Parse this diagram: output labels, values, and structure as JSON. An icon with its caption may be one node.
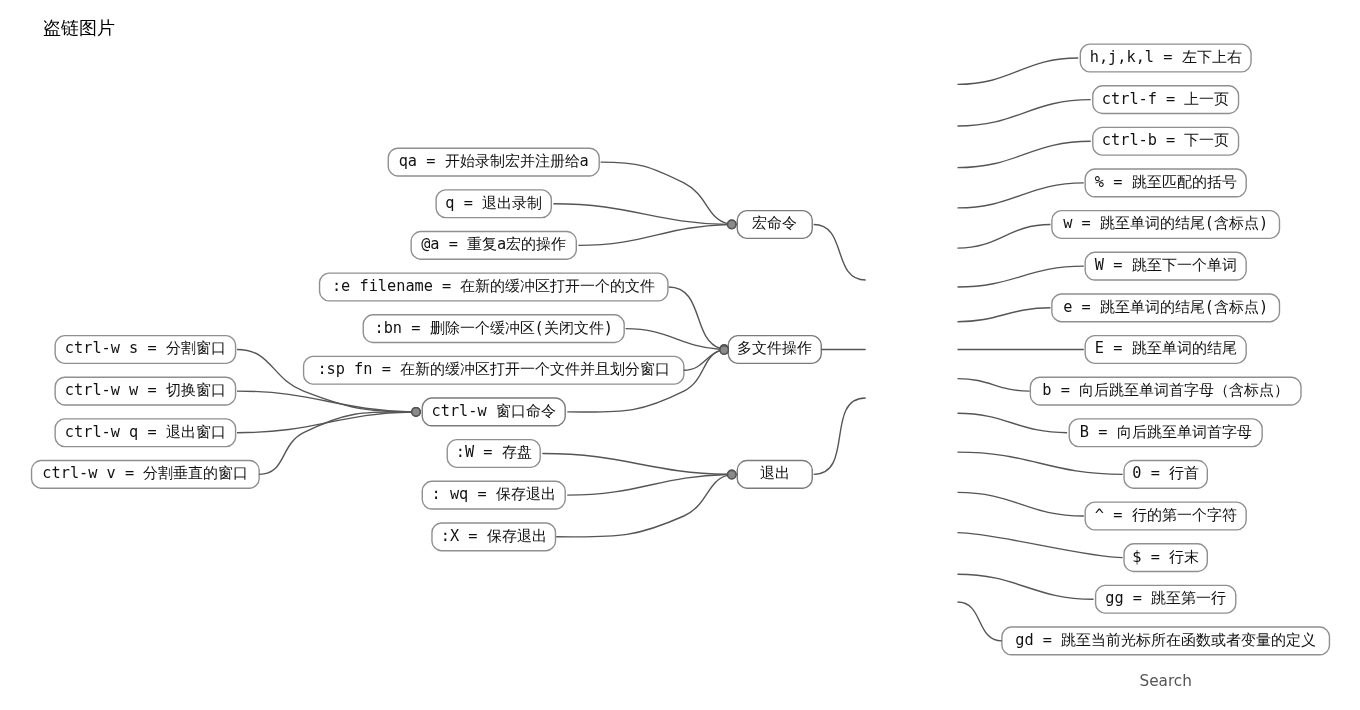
{
  "diagram": {
    "title": "盗链图片",
    "nodes": [
      {
        "text": [
          "qa = 开始录制宏并注册给a"
        ]
      },
      {
        "text": [
          "q = 退出录制"
        ]
      },
      {
        "text": [
          "@a = 重复a宏的操作"
        ]
      },
      {
        "text": [
          "宏命令"
        ]
      },
      {
        "text": [
          ":e filename = 在新的缓冲区打开一个的文件"
        ]
      },
      {
        "text": [
          ":bn = 删除一个缓冲区(关闭文件)"
        ]
      },
      {
        "text": [
          ":sp fn = 在新的缓冲区打开一个文件并且划分窗口"
        ]
      },
      {
        "text": [
          "ctrl-w s = 分割窗口"
        ]
      },
      {
        "text": [
          "ctrl-w w = 切换窗口"
        ]
      },
      {
        "text": [
          "ctrl-w q = 退出窗口"
        ]
      },
      {
        "text": [
          "ctrl-w v = 分割垂直的窗口"
        ]
      },
      {
        "text": [
          "ctrl-w 窗口命令"
        ]
      },
      {
        "text": [
          "多文件操作"
        ]
      },
      {
        "text": [
          ":W = 存盘"
        ]
      },
      {
        "text": [
          ": wq = 保存退出"
        ]
      },
      {
        "text": [
          ":X = 保存退出"
        ]
      },
      {
        "text": [
          "退出"
        ]
      },
      {
        "text": [
          "h,j,k,l = 左下上右"
        ]
      },
      {
        "text": [
          "ctrl-f = 上一页"
        ]
      },
      {
        "text": [
          "ctrl-b = 下一页"
        ]
      },
      {
        "text": [
          "% = 跳至匹配的括号"
        ]
      },
      {
        "text": [
          "w = 跳至单词的结尾(含标点)"
        ]
      },
      {
        "text": [
          "W = 跳至下一个单词"
        ]
      },
      {
        "text": [
          "e = 跳至单词的结尾(含标点)"
        ]
      },
      {
        "text": [
          "E = 跳至单词的结尾"
        ]
      },
      {
        "text": [
          "b = 向后跳至单词首字母（含标点）"
        ]
      },
      {
        "text": [
          "B = 向后跳至单词首字母"
        ]
      },
      {
        "text": [
          "0 = 行首"
        ]
      },
      {
        "text": [
          "^ = 行的第一个字符"
        ]
      },
      {
        "text": [
          "$ = 行末"
        ]
      },
      {
        "text": [
          "gg = 跳至第一行"
        ]
      },
      {
        "text": [
          "gd = 跳至当前光标所在函数或者变量的定义"
        ]
      }
    ],
    "edges": [
      {
        "from": 0,
        "to": 3,
        "arrow": "other"
      },
      {
        "from": 1,
        "to": 3,
        "arrow": "other"
      },
      {
        "from": 2,
        "to": 3,
        "arrow": "other"
      },
      {
        "from": 3,
        "to": null,
        "arrow": "none"
      },
      {
        "from": 4,
        "to": 12,
        "arrow": "other"
      },
      {
        "from": 5,
        "to": 12,
        "arrow": "other"
      },
      {
        "from": 6,
        "to": 12,
        "arrow": "other"
      },
      {
        "from": 7,
        "to": 11,
        "arrow": "other"
      },
      {
        "from": 8,
        "to": 11,
        "arrow": "other"
      },
      {
        "from": 9,
        "to": 11,
        "arrow": "other"
      },
      {
        "from": 10,
        "to": 11,
        "arrow": "other"
      },
      {
        "from": 11,
        "to": 12,
        "arrow": "other"
      },
      {
        "from": 12,
        "to": null,
        "arrow": "none"
      },
      {
        "from": 13,
        "to": 16,
        "arrow": "other"
      },
      {
        "from": 14,
        "to": 16,
        "arrow": "other"
      },
      {
        "from": 15,
        "to": 16,
        "arrow": "other"
      },
      {
        "from": 16,
        "to": null,
        "arrow": "none"
      },
      {
        "from": null,
        "to": 17,
        "arrow": "none"
      },
      {
        "from": null,
        "to": 18,
        "arrow": "none"
      },
      {
        "from": null,
        "to": 19,
        "arrow": "none"
      },
      {
        "from": null,
        "to": 20,
        "arrow": "none"
      },
      {
        "from": null,
        "to": 21,
        "arrow": "none"
      },
      {
        "from": null,
        "to": 22,
        "arrow": "none"
      },
      {
        "from": null,
        "to": 23,
        "arrow": "none"
      },
      {
        "from": null,
        "to": 24,
        "arrow": "none"
      },
      {
        "from": null,
        "to": 25,
        "arrow": "none"
      },
      {
        "from": null,
        "to": 26,
        "arrow": "none"
      },
      {
        "from": null,
        "to": 27,
        "arrow": "none"
      },
      {
        "from": null,
        "to": 28,
        "arrow": "none"
      },
      {
        "from": null,
        "to": 29,
        "arrow": "none"
      },
      {
        "from": null,
        "to": 30,
        "arrow": "none"
      },
      {
        "from": null,
        "to": 31,
        "arrow": "none"
      }
    ],
    "labels": [
      "Search"
    ]
  }
}
